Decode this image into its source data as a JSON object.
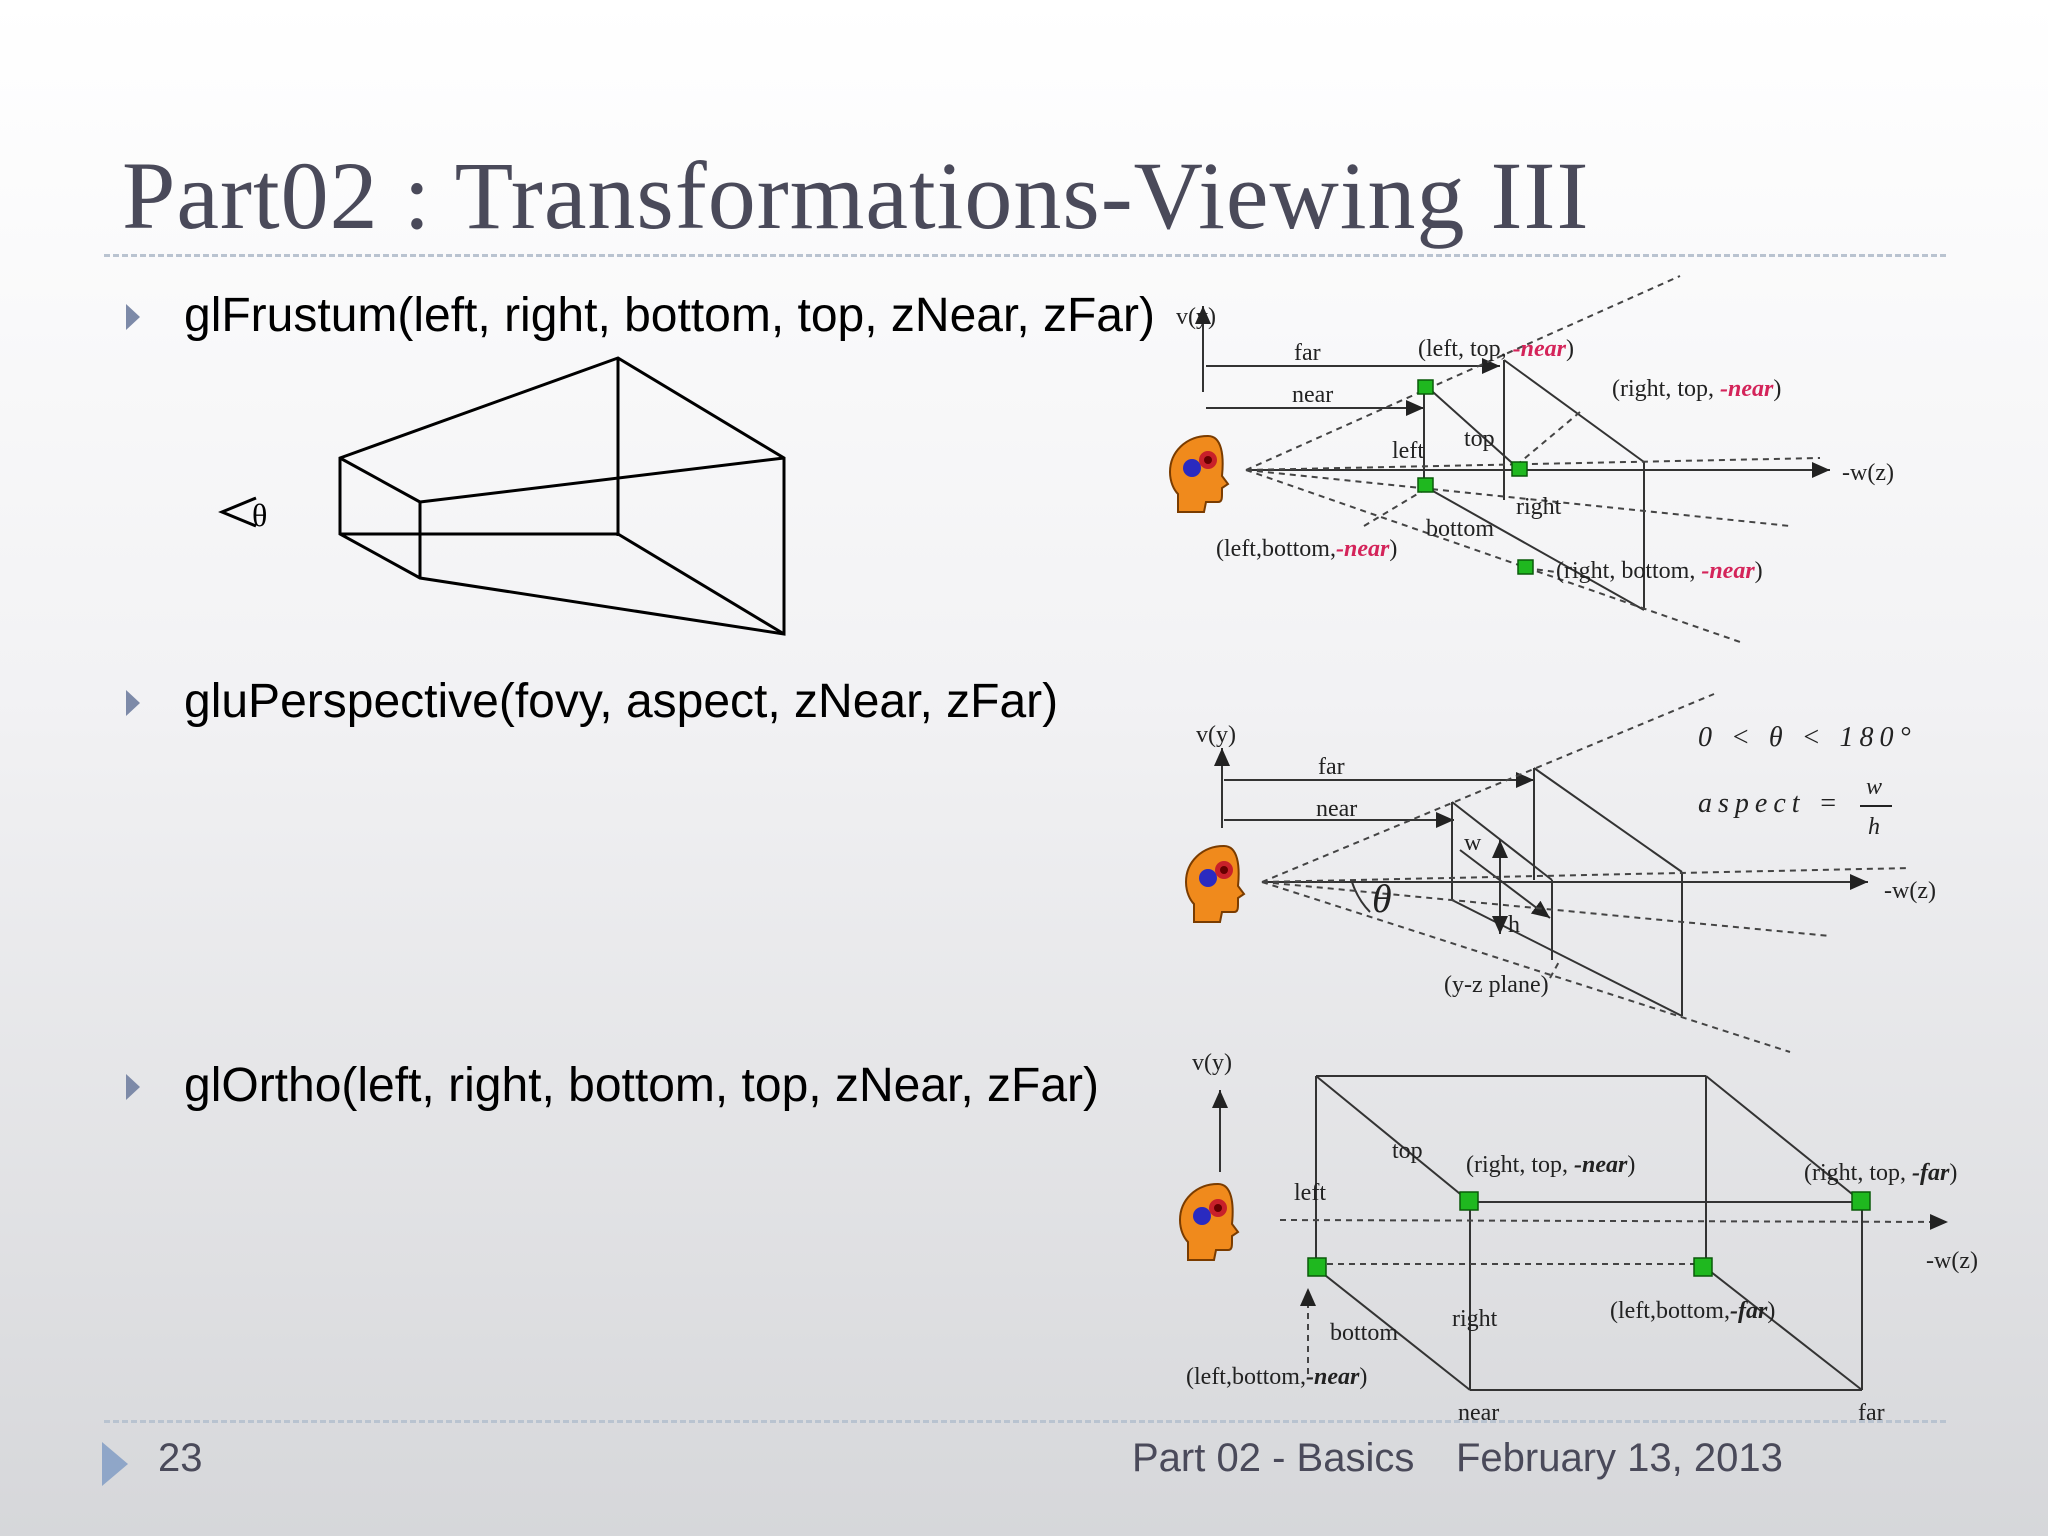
{
  "slide": {
    "title": "Part02 : Transformations-Viewing III",
    "bullets": [
      "glFrustum(left, right, bottom, top, zNear,  zFar)",
      "gluPerspective(fovy,  aspect,  zNear,  zFar)",
      "glOrtho(left, right, bottom, top, zNear,  zFar)"
    ],
    "footer": {
      "page": "23",
      "section": "Part 02 - Basics",
      "date": "February 13, 2013"
    }
  },
  "frustum_sketch": {
    "eye_label": "θ"
  },
  "frustum_figure": {
    "axis_y": "v(y)",
    "axis_z": "-w(z)",
    "far": "far",
    "near": "near",
    "left": "left",
    "top": "top",
    "right": "right",
    "bottom": "bottom",
    "lt_pre": "(left, top, ",
    "lt_near": "-near",
    "lt_post": ")",
    "rt_pre": "(right, top, ",
    "rt_near": "-near",
    "rt_post": ")",
    "lb_pre": "(left,bottom,",
    "lb_near": "-near",
    "lb_post": ")",
    "rb_pre": "(right, bottom, ",
    "rb_near": "-near",
    "rb_post": ")"
  },
  "perspective_figure": {
    "axis_y": "v(y)",
    "axis_z": "-w(z)",
    "far": "far",
    "near": "near",
    "w": "w",
    "h": "h",
    "theta": "θ",
    "plane": "(y-z plane)",
    "formula1": "0 < θ < 180°",
    "aspect": "aspect =",
    "frac_w": "w",
    "frac_h": "h"
  },
  "ortho_figure": {
    "axis_y": "v(y)",
    "axis_z": "-w(z)",
    "top": "top",
    "left": "left",
    "right": "right",
    "bottom": "bottom",
    "near": "near",
    "far": "far",
    "rtn_pre": "(right, top, ",
    "rtn_b": "-near",
    "rtn_post": ")",
    "rtf_pre": "(right, top, ",
    "rtf_b": "-far",
    "rtf_post": ")",
    "lbf_pre": "(left,bottom,",
    "lbf_b": "-far",
    "lbf_post": ")",
    "lbn_pre": "(left,bottom,",
    "lbn_b": "-near",
    "lbn_post": ")"
  },
  "colors": {
    "title": "#4a4a5a",
    "accent_red": "#d4245a",
    "marker_green": "#1fb81f",
    "head_orange": "#f08a1c",
    "bullet": "#7d8aa8"
  }
}
